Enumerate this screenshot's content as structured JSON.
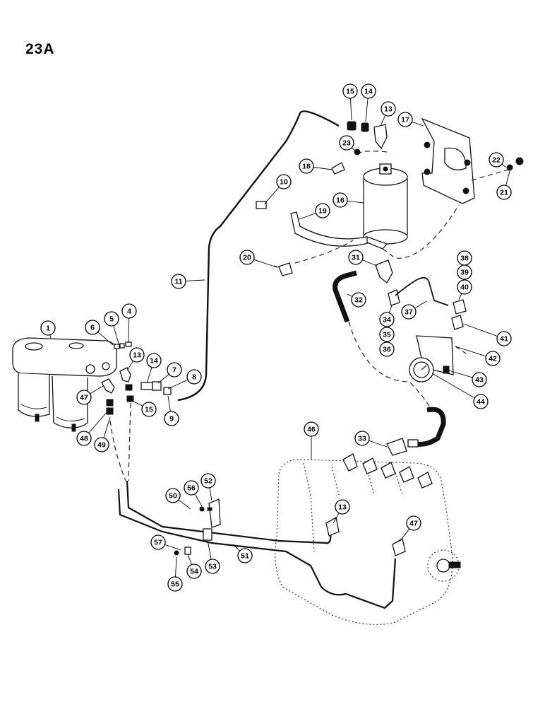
{
  "page": {
    "title": "23A"
  },
  "callouts": [
    {
      "id": "c1",
      "label": "1"
    },
    {
      "id": "c4",
      "label": "4"
    },
    {
      "id": "c5",
      "label": "5"
    },
    {
      "id": "c6",
      "label": "6"
    },
    {
      "id": "c7",
      "label": "7"
    },
    {
      "id": "c8",
      "label": "8"
    },
    {
      "id": "c9",
      "label": "9"
    },
    {
      "id": "c10",
      "label": "10"
    },
    {
      "id": "c11",
      "label": "11"
    },
    {
      "id": "c13a",
      "label": "13"
    },
    {
      "id": "c14a",
      "label": "14"
    },
    {
      "id": "c15a",
      "label": "15"
    },
    {
      "id": "c13b",
      "label": "13"
    },
    {
      "id": "c14b",
      "label": "14"
    },
    {
      "id": "c15b",
      "label": "15"
    },
    {
      "id": "c16",
      "label": "16"
    },
    {
      "id": "c17",
      "label": "17"
    },
    {
      "id": "c18",
      "label": "18"
    },
    {
      "id": "c19",
      "label": "19"
    },
    {
      "id": "c20",
      "label": "20"
    },
    {
      "id": "c21",
      "label": "21"
    },
    {
      "id": "c22",
      "label": "22"
    },
    {
      "id": "c23",
      "label": "23"
    },
    {
      "id": "c31",
      "label": "31"
    },
    {
      "id": "c32",
      "label": "32"
    },
    {
      "id": "c33",
      "label": "33"
    },
    {
      "id": "c34",
      "label": "34"
    },
    {
      "id": "c35",
      "label": "35"
    },
    {
      "id": "c36",
      "label": "36"
    },
    {
      "id": "c37",
      "label": "37"
    },
    {
      "id": "c38",
      "label": "38"
    },
    {
      "id": "c39",
      "label": "39"
    },
    {
      "id": "c40",
      "label": "40"
    },
    {
      "id": "c41",
      "label": "41"
    },
    {
      "id": "c42",
      "label": "42"
    },
    {
      "id": "c43",
      "label": "43"
    },
    {
      "id": "c44",
      "label": "44"
    },
    {
      "id": "c46",
      "label": "46"
    },
    {
      "id": "c47a",
      "label": "47"
    },
    {
      "id": "c48",
      "label": "48"
    },
    {
      "id": "c49",
      "label": "49"
    },
    {
      "id": "c50",
      "label": "50"
    },
    {
      "id": "c51",
      "label": "51"
    },
    {
      "id": "c52",
      "label": "52"
    },
    {
      "id": "c53",
      "label": "53"
    },
    {
      "id": "c54",
      "label": "54"
    },
    {
      "id": "c55",
      "label": "55"
    },
    {
      "id": "c56",
      "label": "56"
    },
    {
      "id": "c57",
      "label": "57"
    },
    {
      "id": "c13c",
      "label": "13"
    },
    {
      "id": "c47b",
      "label": "47"
    }
  ]
}
